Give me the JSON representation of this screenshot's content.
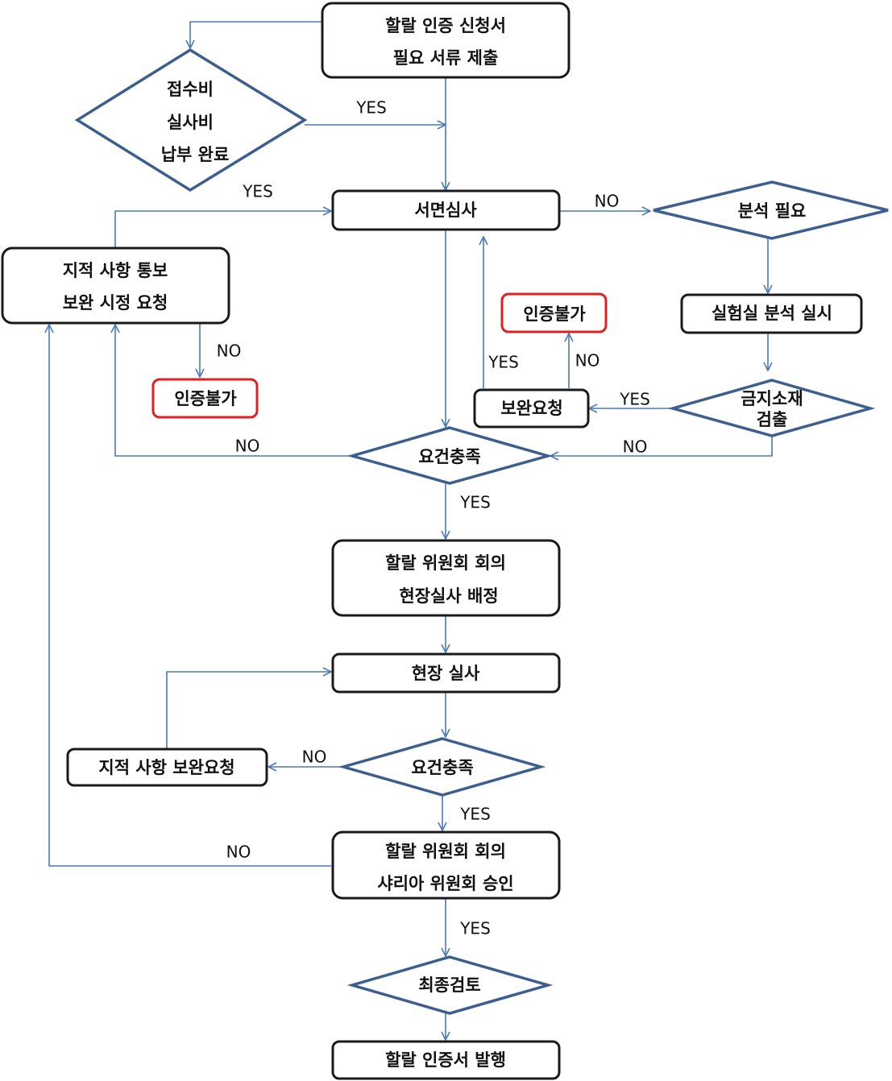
{
  "nodes": {
    "apply": [
      "할랄 인증 신청서",
      "필요 서류 제출"
    ],
    "payment": [
      "접수비",
      "실사비",
      "납부 완료"
    ],
    "doc_review": "서면심사",
    "analysis_needed": "분석 필요",
    "notice": [
      "지적 사항 통보",
      "보완 시정 요청"
    ],
    "rejected": "인증불가",
    "lab_analysis": "실험실 분석 실시",
    "supplement_request": "보완요청",
    "banned_detected": [
      "금지소재",
      "검출"
    ],
    "requirement_met": "요건충족",
    "committee_meeting": [
      "할랄 위원회 회의",
      "현장실사 배정"
    ],
    "site_audit": "현장 실사",
    "site_supplement": "지적 사항 보완요청",
    "committee_approval": [
      "할랄 위원회 회의",
      "샤리아 위원회 승인"
    ],
    "final_review": "최종검토",
    "issue_certificate": "할랄 인증서 발행"
  },
  "edge_labels": {
    "yes": "YES",
    "no": "NO"
  }
}
